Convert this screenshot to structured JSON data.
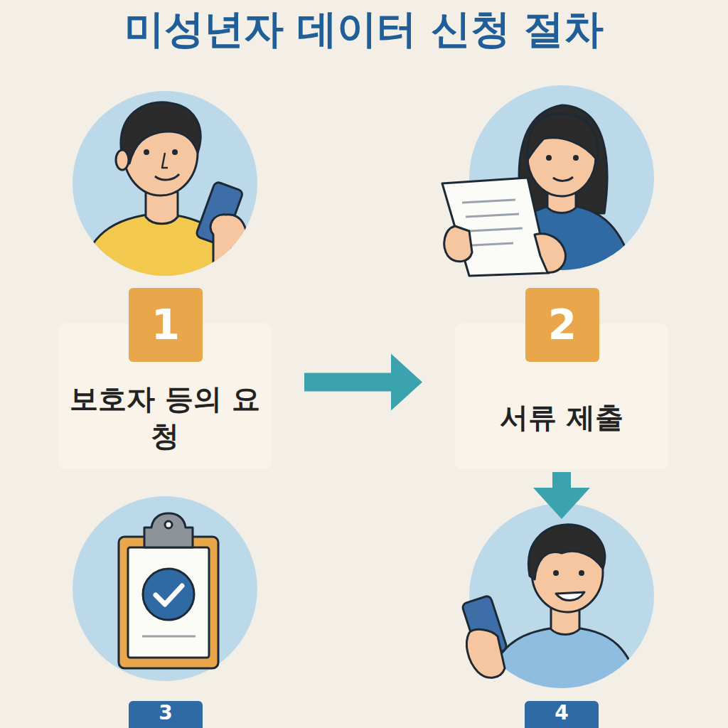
{
  "diagram": {
    "title": "미성년자 데이터 신청 절차",
    "nodes": [
      {
        "text": [
          "1",
          "보호자 등의 요청"
        ]
      },
      {
        "text": [
          "2",
          "서류 제출"
        ]
      },
      {
        "text": [
          "3"
        ]
      },
      {
        "text": [
          "4"
        ]
      }
    ],
    "edges": [
      {
        "from": 0,
        "to": 1,
        "arrow": "to"
      }
    ]
  }
}
